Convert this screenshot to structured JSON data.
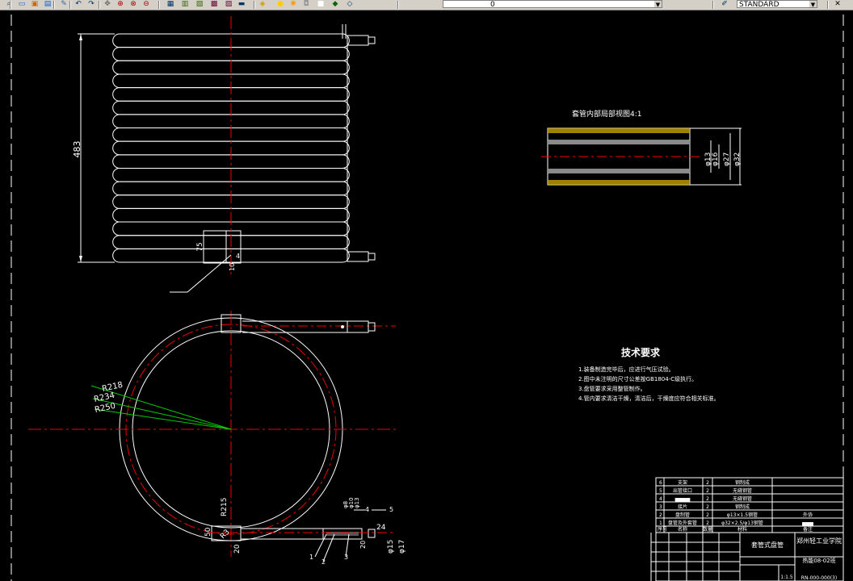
{
  "toolbar": {
    "layer_value": "0",
    "textstyle_value": "STANDARD",
    "buttons": [
      "zoom-icon",
      "new-icon",
      "open-icon",
      "save-icon",
      "paint-icon",
      "undo-icon",
      "redo-icon",
      "pan-icon",
      "zoom-realtime-icon",
      "zoom-window-icon",
      "zoom-previous-icon",
      "properties-icon",
      "design-center-icon",
      "tool-palette-icon",
      "sheet-set-icon",
      "markup-icon",
      "calculator-icon",
      "layers-icon",
      "bulb-icon",
      "sun-icon",
      "lock-icon",
      "color-square-icon",
      "make-current-icon",
      "layer-previous-icon",
      "textstyle-icon",
      "close-icon"
    ]
  },
  "drawing": {
    "dim_height": "483",
    "dim_75": "75",
    "dim_4": "4",
    "dim_10": "10",
    "radius_labels": [
      "R218",
      "R234",
      "R250"
    ],
    "dim_r215": "R215",
    "dim_50": "50",
    "dim_r3": "R3",
    "dim_20": "20",
    "dim_20b": "20",
    "dim_24": "24",
    "dim_phi15": "φ15",
    "dim_phi17": "φ17",
    "bottom_small": [
      "φ8",
      "φ10",
      "φ13"
    ],
    "leaders": [
      "1",
      "2",
      "3",
      "4",
      "5"
    ],
    "section_title": "套管内部局部视图4:1",
    "section_dims": [
      "φ13",
      "φ16",
      "φ27",
      "φ32"
    ],
    "tech_title": "技术要求",
    "tech_items": [
      "1.装备制造完毕后，应进行气压试验。",
      "2.图中未注明的尺寸公差按GB1804-C级执行。",
      "3.盘管要求采用整管制作。",
      "4.管内要求清洁干燥，清洁后，干燥度应符合相关标准。"
    ]
  },
  "title_block": {
    "rows": [
      {
        "no": "6",
        "name": "支架",
        "qty": "2",
        "material": "钢制成"
      },
      {
        "no": "5",
        "name": "出管接口",
        "qty": "2",
        "material": "无缝钢管"
      },
      {
        "no": "4",
        "name": "▅▅▅▅",
        "qty": "2",
        "material": "无缝钢管"
      },
      {
        "no": "3",
        "name": "接片",
        "qty": "2",
        "material": "钢制成"
      },
      {
        "no": "2",
        "name": "盘制管",
        "qty": "2",
        "material": "φ13×1.5钢管",
        "extra": "外协"
      },
      {
        "no": "1",
        "name": "盘管及外套管",
        "qty": "2",
        "material": "φ32×2.5/φ13钢管",
        "extra": "▅▅▅"
      }
    ],
    "header": {
      "no": "序号",
      "name": "名称",
      "qty": "数量",
      "material": "材料",
      "extra": "备注"
    },
    "school": "郑州轻工业学院",
    "drawing_name": "套管式盘管",
    "drawing_no": "热能08-02班",
    "scale": "1:1.5",
    "sheet_no": "RN-000-000(3)"
  }
}
